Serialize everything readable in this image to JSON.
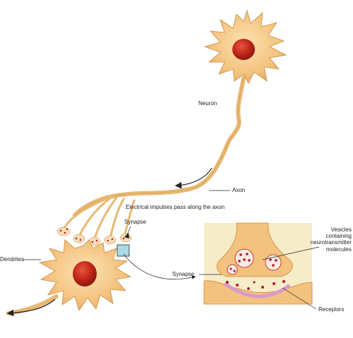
{
  "labels": {
    "neuron": "Neuron",
    "axon": "Axon",
    "impulses": "Electrical impulses pass along the axon",
    "synapse_top": "Synapse",
    "dendrites": "Dendrites",
    "synapse_inset": "Synapse",
    "vesicles_line1": "Vesicles",
    "vesicles_line2": "containing",
    "vesicles_line3": "neurotransmitter",
    "vesicles_line4": "molecules",
    "receptors": "Receptors"
  },
  "colors": {
    "cell_body": "#f3c27e",
    "cell_outline": "#c98a3c",
    "nucleus": "#c0261a",
    "inset_bg": "#f6edc8",
    "inset_box_marker": "#a8dbe6",
    "receptor": "#d99acb",
    "vesicle_dot": "#b8141e"
  }
}
